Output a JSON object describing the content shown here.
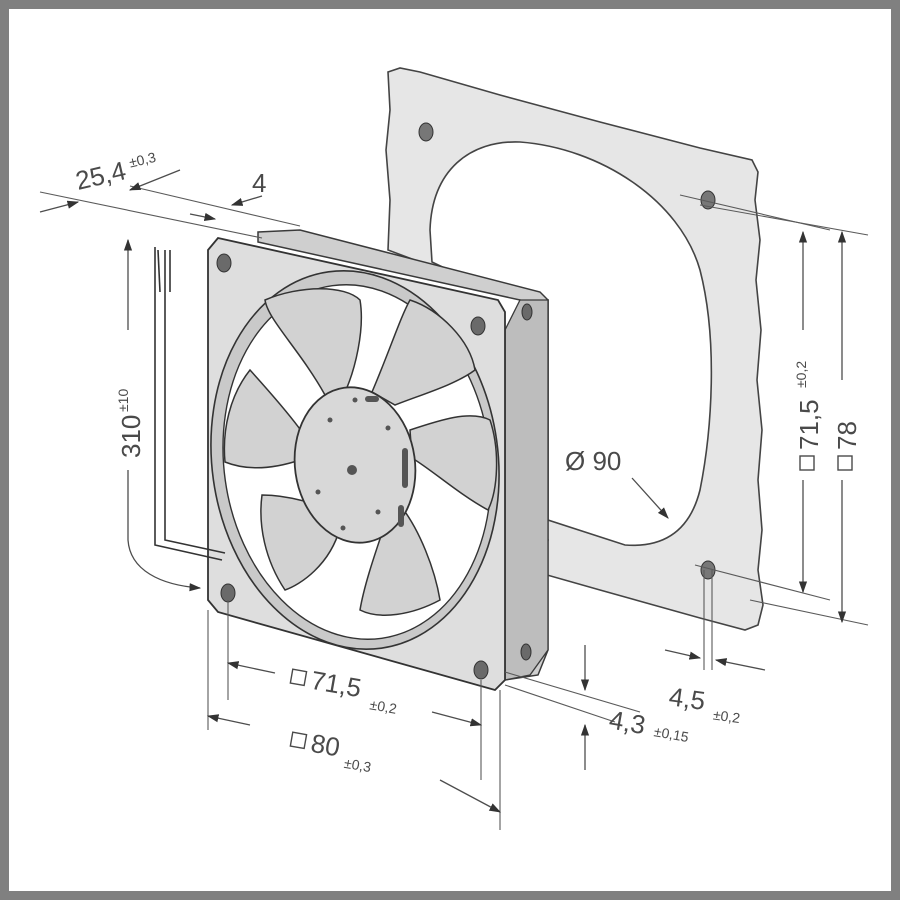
{
  "colors": {
    "border": "#808080",
    "plate": "#e6e6e6",
    "fan_frame": "#dadada",
    "blade": "#cfcfcf",
    "hub": "#d8d8d8",
    "outline": "#3a3a3a"
  },
  "dimensions": {
    "depth_value": "25,4",
    "depth_tol": "±0,3",
    "flange_value": "4",
    "cable_value": "310",
    "cable_tol": "±10",
    "hole_spacing_value": "71,5",
    "hole_spacing_tol": "±0,2",
    "size_value": "80",
    "size_tol": "±0,3",
    "hole_dia_value": "4,3",
    "hole_dia_tol": "±0,15",
    "cutout_value": "Ø 90",
    "plate_spacing_value": "71,5",
    "plate_spacing_tol": "±0,2",
    "plate_size_value": "78",
    "plate_hole_value": "4,5",
    "plate_hole_tol": "±0,2"
  }
}
